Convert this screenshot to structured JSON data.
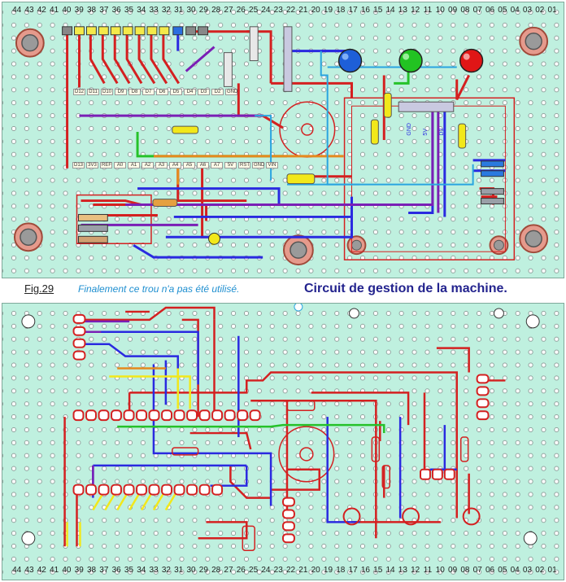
{
  "caption": {
    "figure_label": "Fig.29",
    "note": "Finalement ce trou n'a pas été utilisé.",
    "title": "Circuit de gestion de la machine."
  },
  "top_board": {
    "column_numbers": [
      "44",
      "43",
      "42",
      "41",
      "40",
      "39",
      "38",
      "37",
      "36",
      "35",
      "34",
      "33",
      "32",
      "31",
      "30",
      "29",
      "28",
      "27",
      "26",
      "25",
      "24",
      "23",
      "22",
      "21",
      "20",
      "19",
      "18",
      "17",
      "16",
      "15",
      "14",
      "13",
      "12",
      "11",
      "10",
      "09",
      "08",
      "07",
      "06",
      "05",
      "04",
      "03",
      "02",
      "01"
    ],
    "header_upper_labels": [
      "D12",
      "D11",
      "D10",
      "D9",
      "D8",
      "D7",
      "D6",
      "D5",
      "D4",
      "D3",
      "D2",
      "GND"
    ],
    "header_lower_labels": [
      "D13",
      "3V3",
      "REF",
      "A0",
      "A1",
      "A2",
      "A3",
      "A4",
      "A5",
      "A6",
      "A7",
      "5V",
      "RST",
      "GND",
      "VIN"
    ],
    "sensor_labels": [
      "GND",
      "5V",
      "D3"
    ],
    "led_colors": [
      "#1e5fd8",
      "#22c322",
      "#e01616"
    ]
  },
  "bottom_board": {
    "column_numbers": [
      "44",
      "43",
      "42",
      "41",
      "40",
      "39",
      "38",
      "37",
      "36",
      "35",
      "34",
      "33",
      "32",
      "31",
      "30",
      "29",
      "28",
      "27",
      "26",
      "25",
      "24",
      "23",
      "22",
      "21",
      "20",
      "19",
      "18",
      "17",
      "16",
      "15",
      "14",
      "13",
      "12",
      "11",
      "10",
      "09",
      "08",
      "07",
      "06",
      "05",
      "04",
      "03",
      "02",
      "01"
    ]
  },
  "colors": {
    "board": "#bff0df",
    "wire_red": "#d42020",
    "wire_blue": "#2a2ae0",
    "wire_purple": "#7a1fb5",
    "wire_green": "#26c22a",
    "wire_yellow": "#f2e81a",
    "wire_orange": "#e5891e",
    "wire_cyan": "#2aa5e0",
    "title_color": "#23238e",
    "note_color": "#1f8fd0"
  }
}
